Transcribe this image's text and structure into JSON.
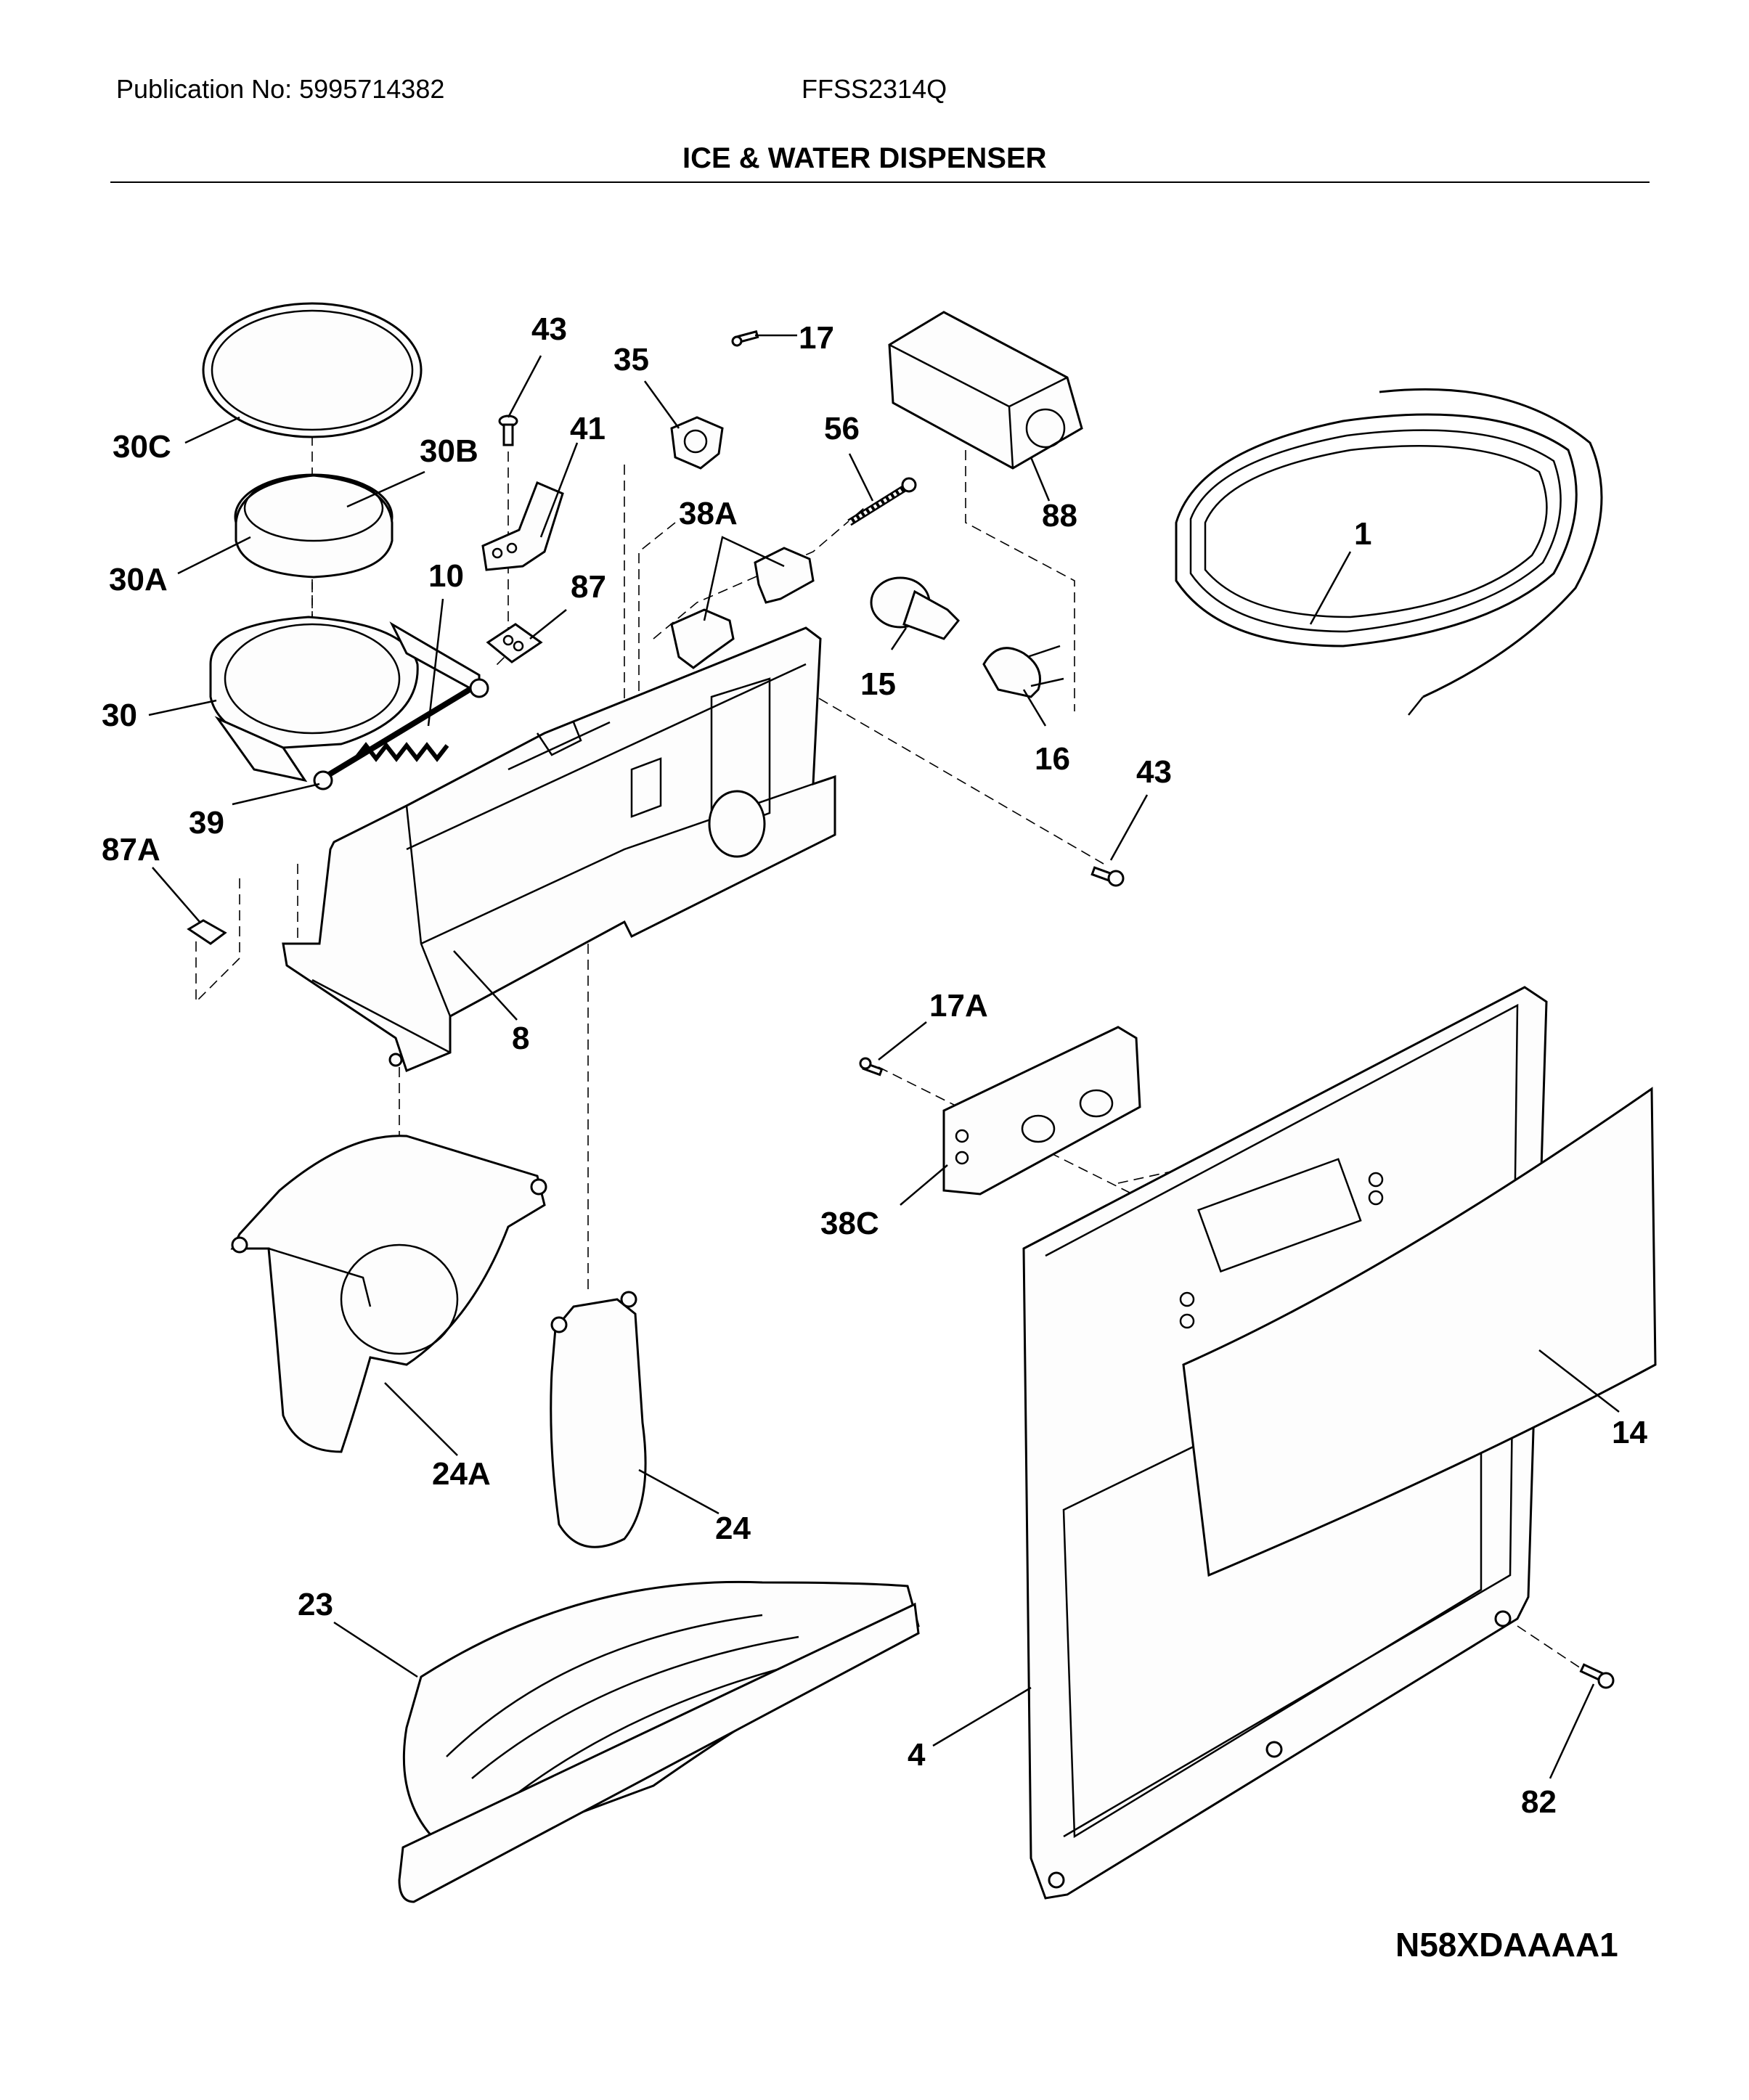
{
  "header": {
    "publication": "Publication No: 5995714382",
    "model": "FFSS2314Q",
    "title": "ICE & WATER DISPENSER"
  },
  "diagram_code": "N58XDAAAA1",
  "callouts": {
    "p1": "1",
    "p4": "4",
    "p8": "8",
    "p10": "10",
    "p14": "14",
    "p15": "15",
    "p16": "16",
    "p17": "17",
    "p17A": "17A",
    "p23": "23",
    "p24": "24",
    "p24A": "24A",
    "p30": "30",
    "p30A": "30A",
    "p30B": "30B",
    "p30C": "30C",
    "p35": "35",
    "p38A": "38A",
    "p38C": "38C",
    "p39": "39",
    "p41": "41",
    "p43a": "43",
    "p43b": "43",
    "p56": "56",
    "p82": "82",
    "p87": "87",
    "p87A": "87A",
    "p88": "88"
  }
}
